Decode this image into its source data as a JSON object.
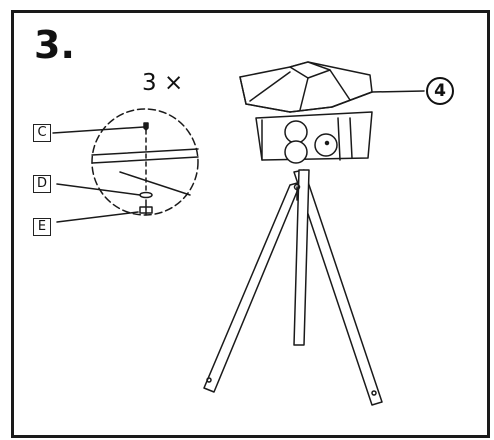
{
  "step": {
    "number": "3."
  },
  "quantity": {
    "text": "3 ×"
  },
  "parts": {
    "c": "C",
    "d": "D",
    "e": "E"
  },
  "callout": {
    "text": "4"
  }
}
